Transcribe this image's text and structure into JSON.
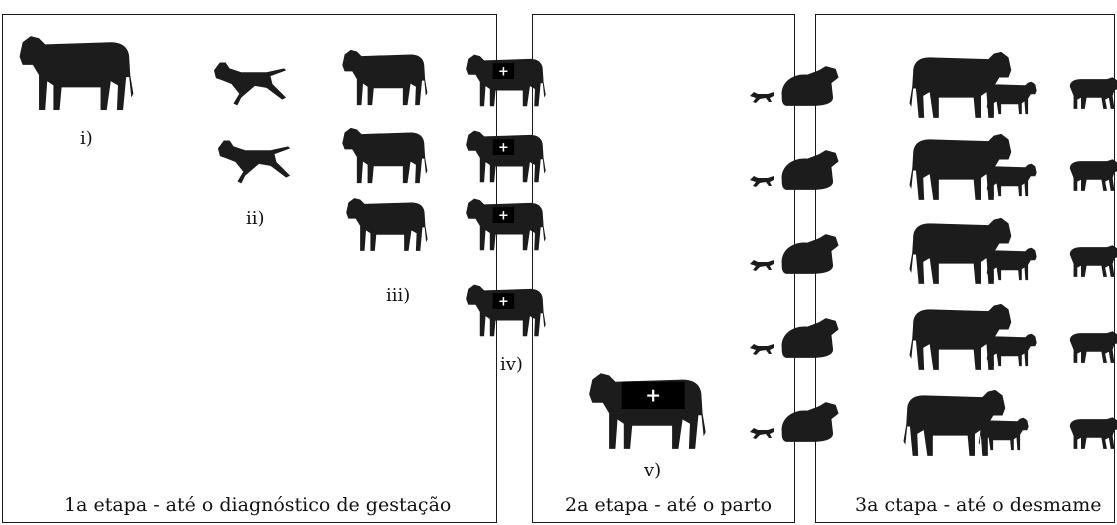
{
  "stages": [
    {
      "caption": "1a etapa - até o diagnóstico de gestação"
    },
    {
      "caption": "2a etapa - até o parto"
    },
    {
      "caption": "3a ctapa - até o desmame"
    }
  ],
  "markers": [
    "i)",
    "ii)",
    "iii)",
    "iv)",
    "v)"
  ],
  "plus_symbol": "+",
  "colors": {
    "silhouette": "#1c1c1c",
    "frame": "#1a1a1a",
    "background": "#ffffff"
  }
}
